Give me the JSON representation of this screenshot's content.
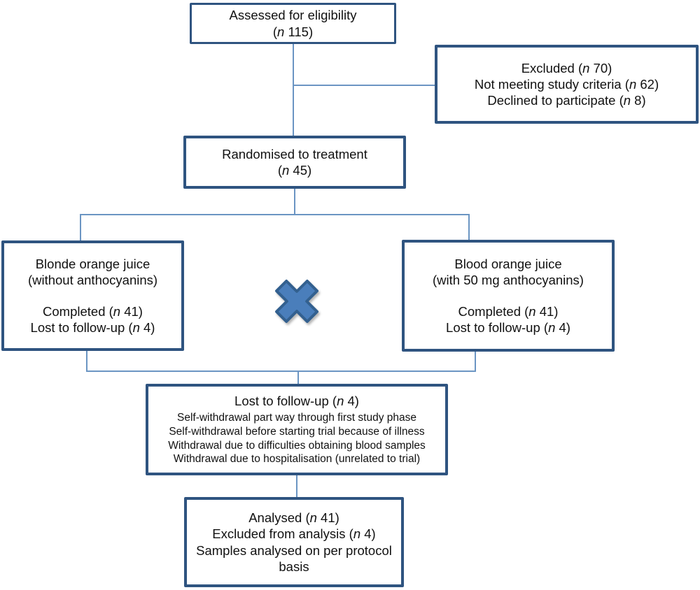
{
  "diagram_title": "CONSORT participant flow diagram",
  "colors": {
    "box_border": "#2f5480",
    "connector": "#6b95c3",
    "cross_fill": "#4a7ebb",
    "cross_stroke": "#33608f",
    "text": "#111111",
    "background": "#ffffff"
  },
  "icons": {
    "cross": "multiplication-cross-icon"
  },
  "boxes": {
    "assessed": {
      "lines": [
        "Assessed for eligibility",
        "(*n* 115)"
      ]
    },
    "excluded": {
      "lines": [
        "Excluded (*n* 70)",
        "Not meeting study criteria (*n* 62)",
        "Declined to participate (*n* 8)"
      ]
    },
    "randomised": {
      "lines": [
        "Randomised to treatment",
        "(*n* 45)"
      ]
    },
    "blonde": {
      "title_lines": [
        "Blonde orange juice",
        "(without anthocyanins)"
      ],
      "stat_lines": [
        "Completed (*n* 41)",
        "Lost to follow-up (*n* 4)"
      ]
    },
    "blood": {
      "title_lines": [
        "Blood orange juice",
        "(with 50 mg anthocyanins)"
      ],
      "stat_lines": [
        "Completed (*n* 41)",
        "Lost to follow-up (*n* 4)"
      ]
    },
    "lost": {
      "title_lines": [
        "Lost to follow-up (*n* 4)"
      ],
      "detail_lines": [
        "Self-withdrawal part way through first study phase",
        "Self-withdrawal before starting trial because of illness",
        "Withdrawal due to difficulties obtaining blood samples",
        "Withdrawal due to hospitalisation (unrelated to trial)"
      ]
    },
    "analysed": {
      "lines": [
        "Analysed (*n* 41)",
        "Excluded from analysis (*n* 4)",
        "Samples analysed on per protocol basis"
      ]
    }
  }
}
